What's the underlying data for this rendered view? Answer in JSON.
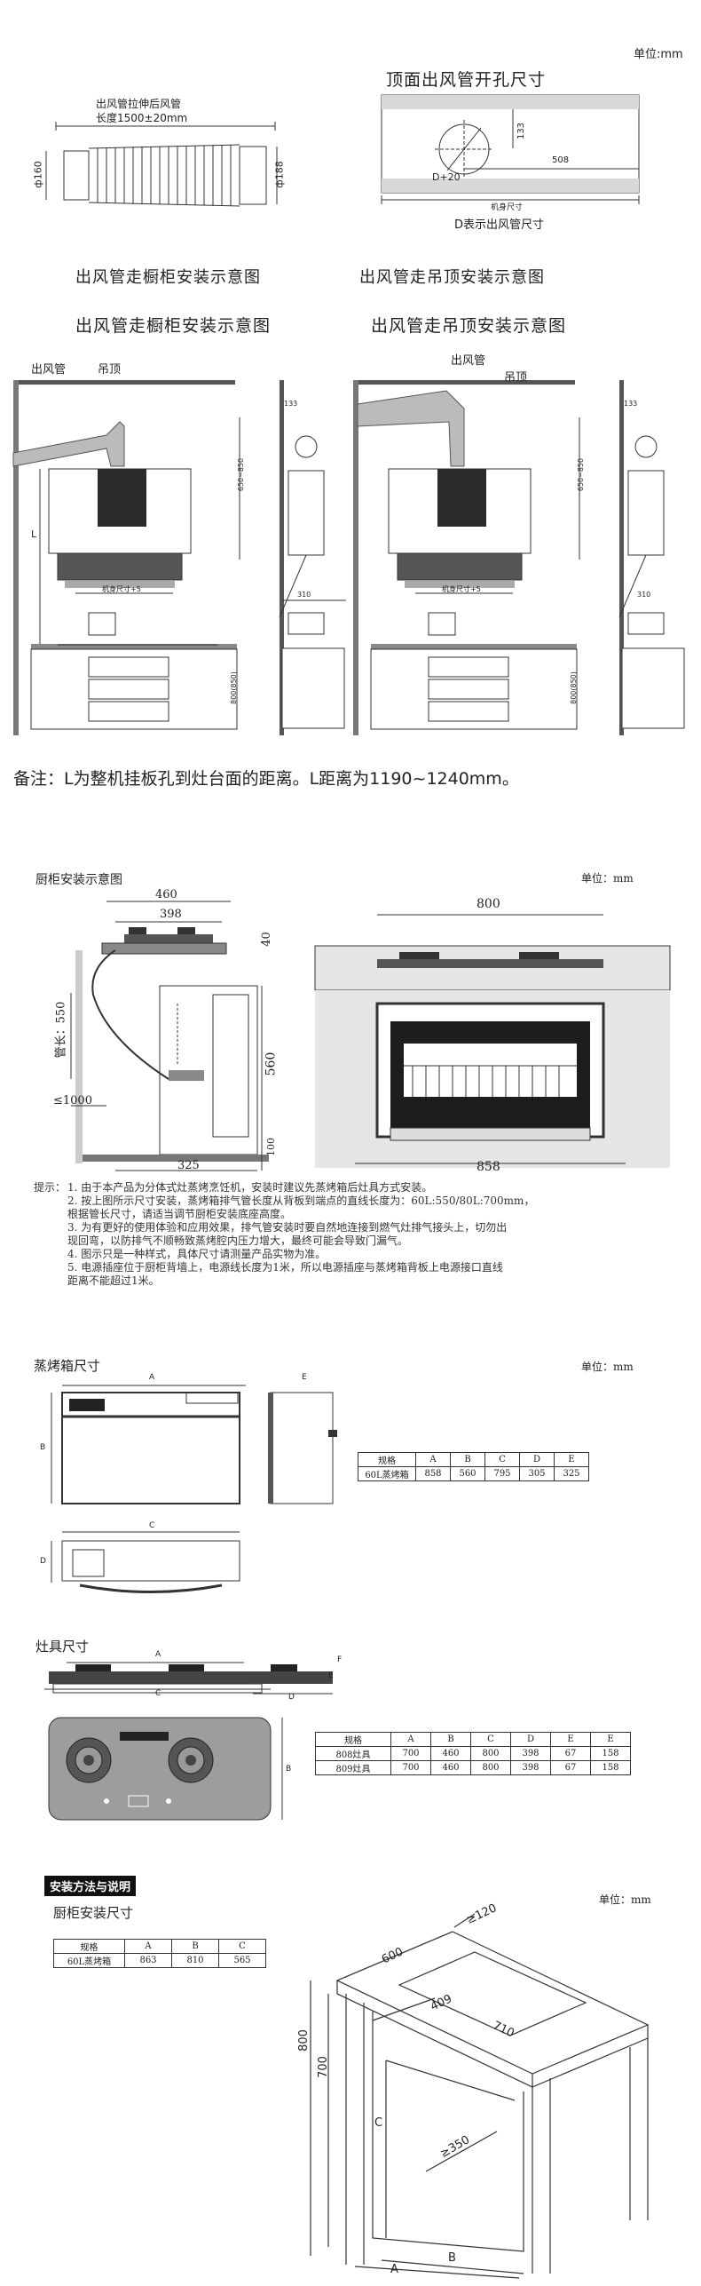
{
  "unit_top": "单位:mm",
  "duct": {
    "label_line1": "出风管拉伸后风管",
    "label_line2": "长度1500±20mm",
    "dim_left": "ф160",
    "dim_right": "ф188"
  },
  "top_hole": {
    "title": "顶面出风管开孔尺寸",
    "dim_133": "133",
    "dim_d": "D+20",
    "dim_508": "508",
    "body_size": "机身尺寸",
    "caption": "D表示出风管尺寸"
  },
  "headings": {
    "cabinet_1": "出风管走橱柜安装示意图",
    "ceiling_1": "出风管走吊顶安装示意图",
    "cabinet_2": "出风管走橱柜安装示意图",
    "ceiling_2": "出风管走吊顶安装示意图"
  },
  "install_diagram": {
    "label_duct_left": "出风管",
    "label_ceiling_left": "吊顶",
    "label_duct_right": "出风管",
    "label_ceiling_right": "吊顶",
    "dim_650": "650~850",
    "dim_650b": "650~850",
    "dim_l": "L",
    "dim_body": "机身尺寸+5",
    "dim_body_b": "机身尺寸+5",
    "dim_310": "310",
    "dim_310b": "310",
    "dim_133": "133",
    "dim_133b": "133",
    "dim_800": "800(850)",
    "dim_800b": "800(850)"
  },
  "note": "备注：L为整机挂板孔到灶台面的距离。L距离为1190~1240mm。",
  "cabinet_install": {
    "title": "厨柜安装示意图",
    "unit": "单位：mm",
    "dim_460": "460",
    "dim_398": "398",
    "dim_40": "40",
    "dim_pipe": "管长：550",
    "dim_1000": "≤1000",
    "dim_560": "560",
    "dim_100": "100",
    "dim_325": "325",
    "dim_800": "800",
    "dim_858": "858"
  },
  "tips": {
    "label": "提示：",
    "items": [
      "1. 由于本产品为分体式灶蒸烤烹饪机，安装时建议先蒸烤箱后灶具方式安装。",
      "2. 按上图所示尺寸安装，蒸烤箱排气管长度从背板到端点的直线长度为：60L:550/80L:700mm，",
      "    根据管长尺寸，请适当调节厨柜安装底座高度。",
      "3. 为有更好的使用体验和应用效果，排气管安装时要自然地连接到燃气灶排气接头上，切勿出",
      "    现回弯，以防排气不顺畅致蒸烤腔内压力增大，最终可能会导致门漏气。",
      "4. 图示只是一种样式，具体尺寸请测量产品实物为准。",
      "5. 电源插座位于厨柜背墙上，电源线长度为1米，所以电源插座与蒸烤箱背板上电源接口直线",
      "    距离不能超过1米。"
    ]
  },
  "oven_size": {
    "title": "蒸烤箱尺寸",
    "unit": "单位：mm",
    "letter_a": "A",
    "letter_b": "B",
    "letter_c": "C",
    "letter_d": "D",
    "letter_e": "E",
    "headers": [
      "规格",
      "A",
      "B",
      "C",
      "D",
      "E"
    ],
    "rows": [
      [
        "60L蒸烤箱",
        "858",
        "560",
        "795",
        "305",
        "325"
      ]
    ]
  },
  "hob_size": {
    "title": "灶具尺寸",
    "letter_a": "A",
    "letter_b": "B",
    "letter_c": "C",
    "letter_d": "D",
    "letter_e": "E",
    "letter_f": "F",
    "headers": [
      "规格",
      "A",
      "B",
      "C",
      "D",
      "E",
      "E"
    ],
    "rows": [
      [
        "808灶具",
        "700",
        "460",
        "800",
        "398",
        "67",
        "158"
      ],
      [
        "809灶具",
        "700",
        "460",
        "800",
        "398",
        "67",
        "158"
      ]
    ]
  },
  "install_method": {
    "band": "安装方法与说明",
    "title": "厨柜安装尺寸",
    "unit": "单位：mm",
    "headers": [
      "规格",
      "A",
      "B",
      "C"
    ],
    "rows": [
      [
        "60L蒸烤箱",
        "863",
        "810",
        "565"
      ]
    ],
    "dim_600": "600",
    "dim_120": "≥120",
    "dim_409": "409",
    "dim_710": "710",
    "dim_800": "800",
    "dim_700": "700",
    "dim_350": "≥350",
    "letter_a": "A",
    "letter_b": "B",
    "letter_c": "C"
  }
}
